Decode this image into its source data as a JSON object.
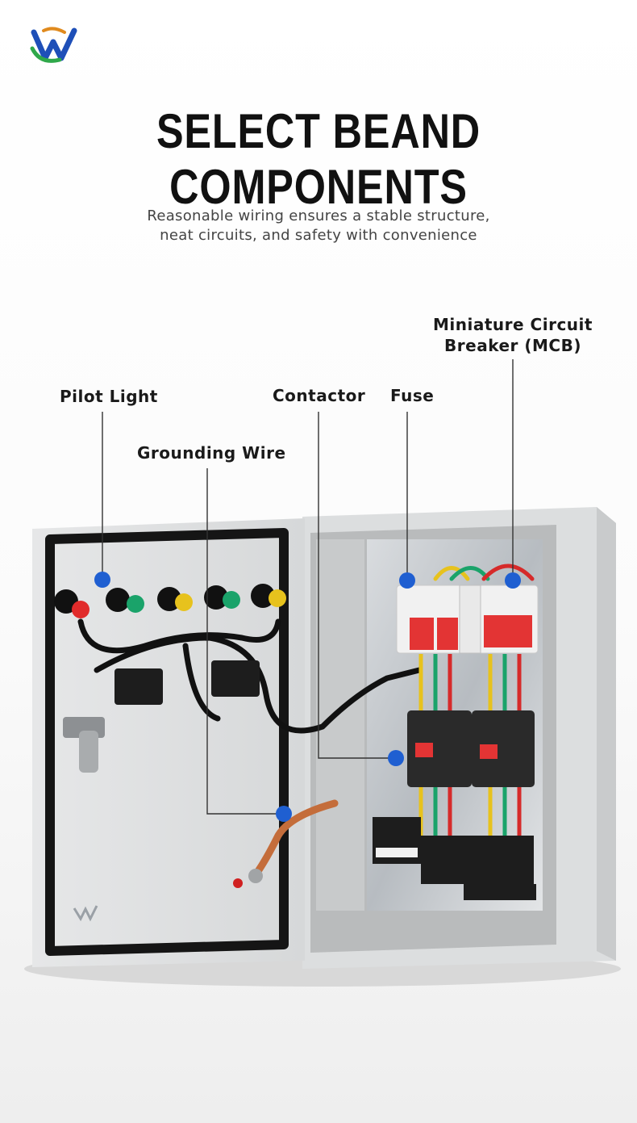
{
  "heading": "SELECT BEAND COMPONENTS",
  "subtitle": {
    "line1": "Reasonable wiring ensures a stable structure,",
    "line2": "neat circuits, and safety with convenience"
  },
  "callouts": {
    "pilot_light": "Pilot Light",
    "grounding_wire": "Grounding Wire",
    "contactor": "Contactor",
    "fuse": "Fuse",
    "mcb_line1": "Miniature Circuit",
    "mcb_line2": "Breaker (MCB)"
  },
  "colors": {
    "marker": "#1f5fd1",
    "leader": "#333333",
    "logo_blue": "#1e4fb8",
    "logo_green": "#2fa84a",
    "logo_orange": "#e08a1e"
  }
}
